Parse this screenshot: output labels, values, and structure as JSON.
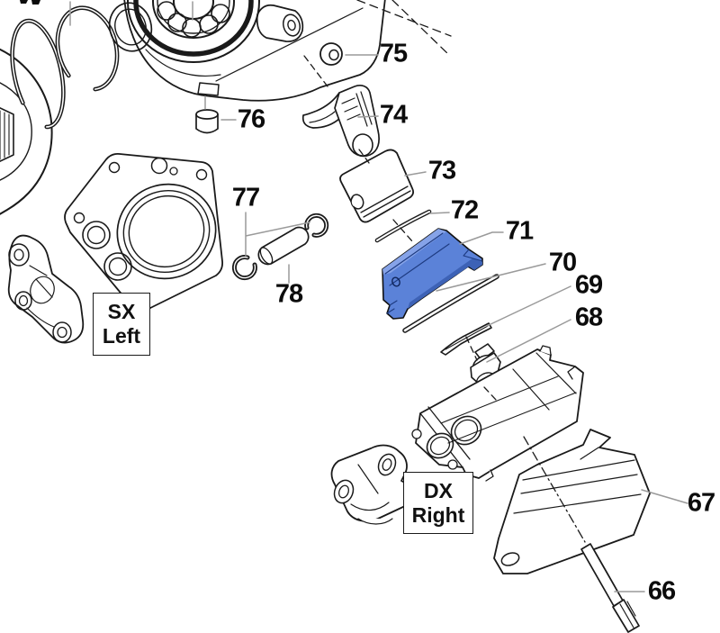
{
  "figure": {
    "kind": "exploded-parts-diagram",
    "background_color": "#ffffff",
    "line_color": "#1a1a1a",
    "leader_color": "#9a9a9a",
    "highlight_color": "#5b82d8",
    "highlight_top_color": "#86a3e8",
    "highlight_shade_color": "#3d62b6"
  },
  "callouts": [
    {
      "label": "66"
    },
    {
      "label": "67"
    },
    {
      "label": "68"
    },
    {
      "label": "69"
    },
    {
      "label": "70"
    },
    {
      "label": "71"
    },
    {
      "label": "72"
    },
    {
      "label": "73"
    },
    {
      "label": "74"
    },
    {
      "label": "75"
    },
    {
      "label": "76"
    },
    {
      "label": "77"
    },
    {
      "label": "78"
    }
  ],
  "side_labels": {
    "sx": {
      "line1": "SX",
      "line2": "Left"
    },
    "dx": {
      "line1": "DX",
      "line2": "Right"
    }
  }
}
